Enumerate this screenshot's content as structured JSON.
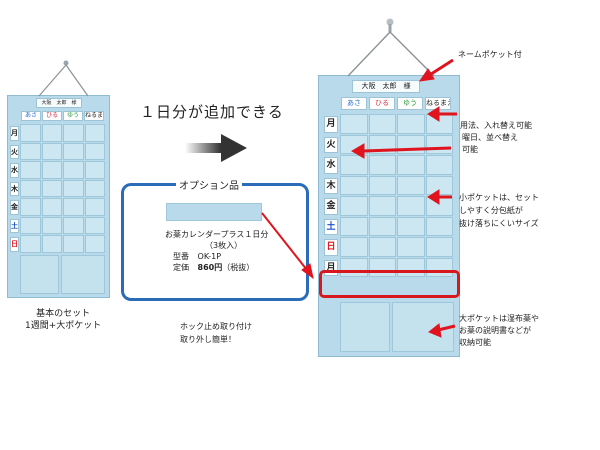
{
  "headline": "１日分が追加できる",
  "nameplate": "大阪　太郎　様",
  "time_tags": [
    "あさ",
    "ひる",
    "ゆう",
    "ねるまえ"
  ],
  "days_left": [
    "月",
    "火",
    "水",
    "木",
    "金",
    "土",
    "日"
  ],
  "days_right": [
    "月",
    "火",
    "水",
    "木",
    "金",
    "土",
    "日",
    "月"
  ],
  "basic_set": {
    "line1": "基本のセット",
    "line2": "1週間+大ポケット"
  },
  "option": {
    "title": "オプション品",
    "product_name": "お薬カレンダープラス１日分",
    "quantity": "（3枚入）",
    "model_label": "型番",
    "model_value": "OK-1P",
    "price_label": "定価",
    "price_value": "860円",
    "price_note": "（税抜）"
  },
  "hook_note": {
    "line1": "ホック止め取り付け",
    "line2": "取り外し簡単！"
  },
  "annotations": {
    "name_pocket": "ネームポケット付",
    "usage": {
      "line1": "用法、入れ替え可能",
      "line2": "曜日、並べ替え",
      "line3": "可能"
    },
    "small_pocket": {
      "line1": "小ポケットは、セット",
      "line2": "しやすく分包紙が",
      "line3": "抜け落ちにくいサイズ"
    },
    "big_pocket": {
      "line1": "大ポケットは湿布薬や",
      "line2": "お薬の説明書などが",
      "line3": "収納可能"
    }
  },
  "colors": {
    "board": "#b9daea",
    "arrow_red": "#e0141e",
    "option_frame": "#2a6cb8",
    "day_sat": "#1a4fc9",
    "day_sun": "#e0141e",
    "tag_asa": "#2c6cd6",
    "tag_hiru": "#d6334a",
    "tag_yuu": "#2a9a3a"
  }
}
